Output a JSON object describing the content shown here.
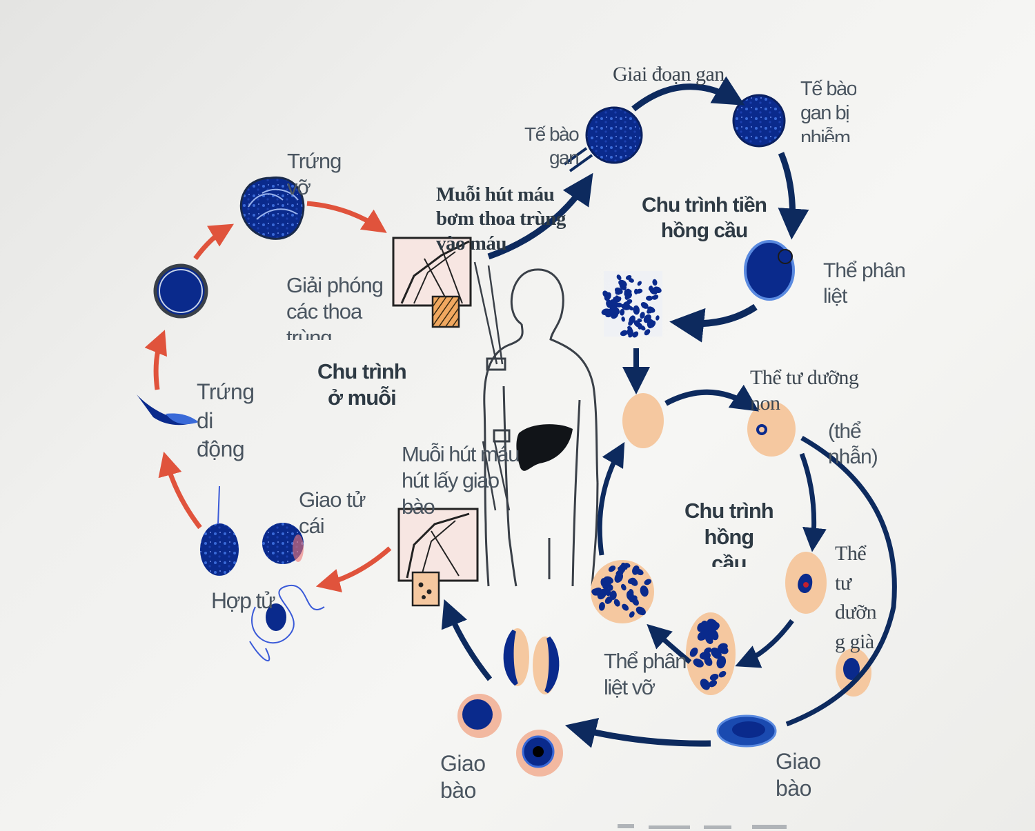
{
  "title": "",
  "cycles": {
    "liver": {
      "title": "Giai đoạn gan"
    },
    "pre_erythrocytic": {
      "title": "Chu trình tiền\nhồng cầu"
    },
    "mosquito": {
      "title": "Chu trình\nở muỗi"
    },
    "erythrocytic": {
      "title": "Chu trình\nhồng\ncầu"
    }
  },
  "stages": {
    "liver_cell": "Tế bào\ngan",
    "infected_liver_cell": "Tế bào\ngan bị\nnhiễm",
    "schizont": "Thể phân\nliệt",
    "young_trophozoite": "Thể tư dưỡng\nnon",
    "ring_form": "(thể\nnhẫn)",
    "mature_trophozoite": "Thể\ntư\ndưỡn\ng già",
    "ruptured_schizont": "Thể phân\nliệt vỡ",
    "gametocyte_right": "Giao\nbào",
    "gametocyte_left": "Giao\nbào",
    "female_gamete": "Giao tử\ncái",
    "zygote": "Hợp tử",
    "ookinete": "Trứng\ndi\nđộng",
    "ruptured_oocyst": "Trứng\nvỡ",
    "sporozoite_release": "Giải phóng\ncác thoa\ntrùng"
  },
  "events": {
    "mosquito_injects": "Muỗi hút máu\nbơm thoa trùng\nvào máu",
    "mosquito_takes": "Muỗi hút máu\nhút lấy giao\nbào"
  },
  "colors": {
    "cell_blue": "#0a2a8c",
    "rbc_peach": "#f5c8a0",
    "arrow_navy": "#0d2a5e",
    "arrow_red": "#e0533c",
    "outline_gray": "#3a4048"
  }
}
